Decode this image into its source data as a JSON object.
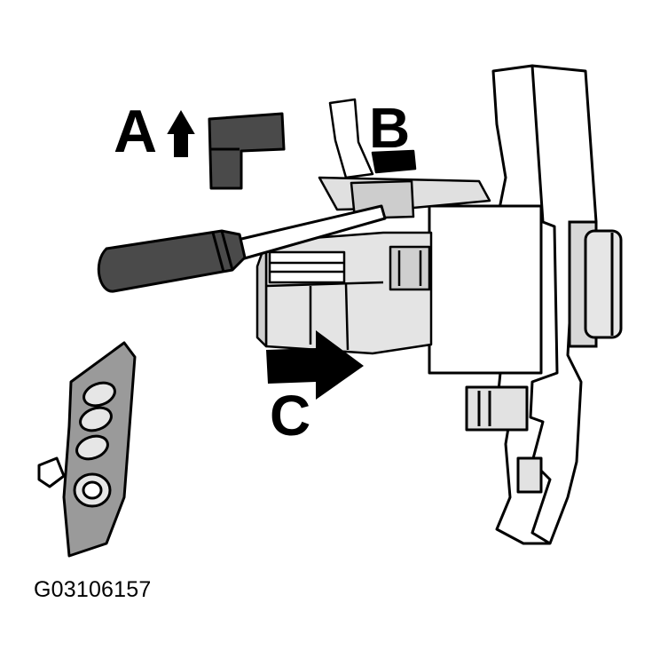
{
  "callouts": {
    "a": "A",
    "b": "B",
    "c": "C"
  },
  "figure_id": "G03106157",
  "colors": {
    "ink": "#000000",
    "dark_fill": "#4a4a4a",
    "mid_fill": "#9a9a9a",
    "light_fill": "#d8d8d8",
    "paper": "#ffffff"
  }
}
